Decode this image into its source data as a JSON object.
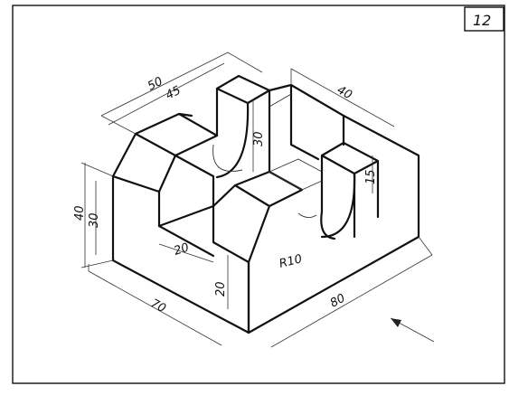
{
  "sheet_number": "12",
  "dimensions": {
    "d50": "50",
    "d45": "45",
    "d40_top": "40",
    "d30_slot": "30",
    "d15": "15",
    "d40_height": "40",
    "d30_height": "30",
    "d20_slot": "20",
    "d20_height": "20",
    "d70": "70",
    "d80": "80",
    "r10": "R10"
  }
}
